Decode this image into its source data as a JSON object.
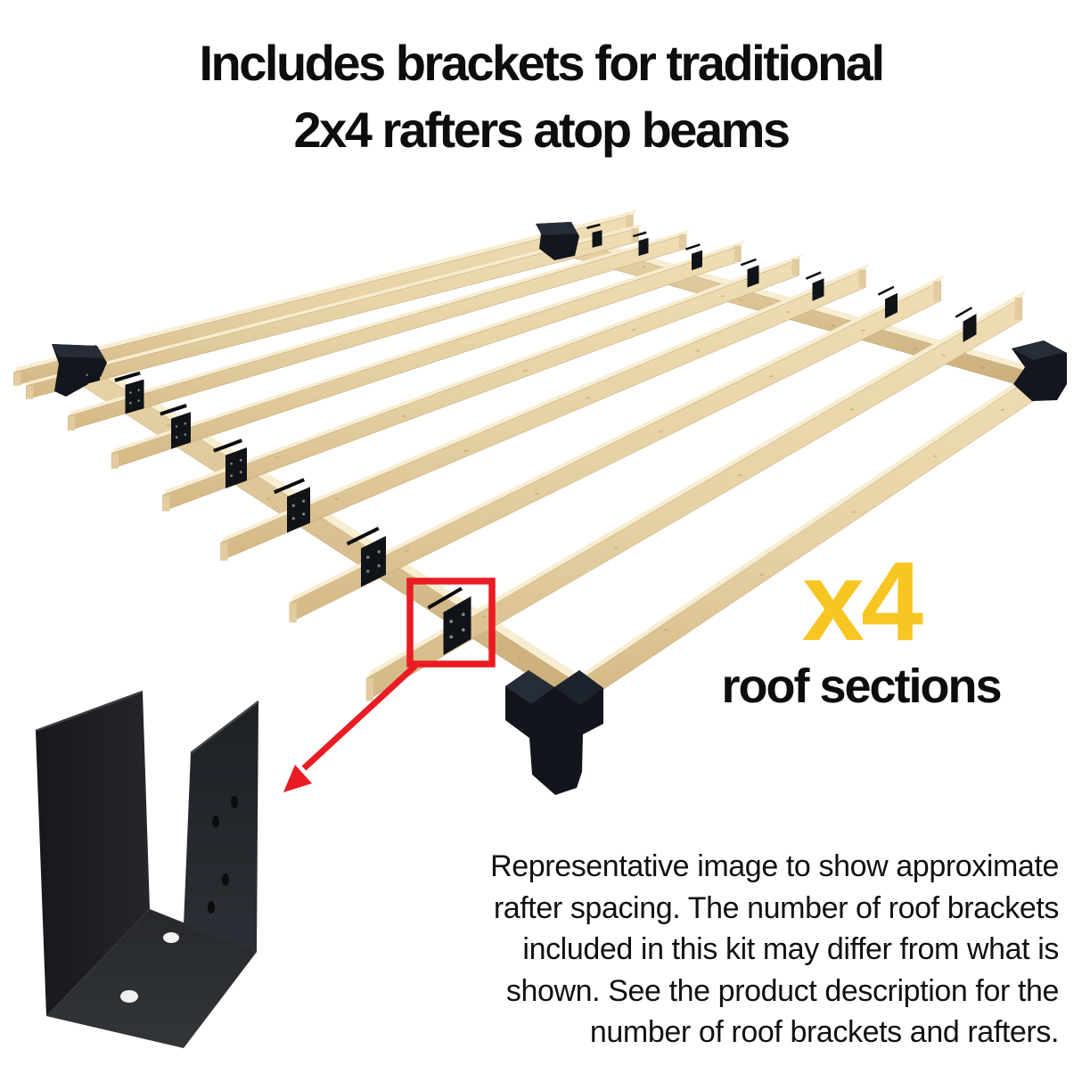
{
  "title": {
    "line1": "Includes brackets for traditional",
    "line2": "2x4 rafters atop beams"
  },
  "quantity": {
    "value": "x4",
    "label": "roof sections"
  },
  "note": {
    "lines": [
      "Representative image to show approximate",
      "rafter spacing. The number of roof brackets",
      "included in this kit may differ from what is",
      "shown. See the product description for the",
      "number of roof brackets and rafters."
    ]
  },
  "colors": {
    "background": "#ffffff",
    "text": "#0d0d0e",
    "accent_yellow": "#f8c623",
    "accent_red": "#ea1c23",
    "bracket_dark": "#13161c",
    "bracket_facet": "#272d38",
    "wood_light": "#f0ddb4",
    "wood_mid": "#e6d1a4",
    "wood_dark": "#d4b885",
    "wood_top": "#f7edd0",
    "wood_end": "#e2cb9e"
  },
  "scene": {
    "subject": "pergola roof section: 2x4 rafters atop two beams",
    "beams": 2,
    "edge_boards": 2,
    "rafters": 7,
    "corner_brackets": 4,
    "rafter_brackets": 14,
    "closeup_subject": "black U-shaped roof bracket with screw holes",
    "highlight": "red box marking one rafter-to-beam bracket"
  }
}
